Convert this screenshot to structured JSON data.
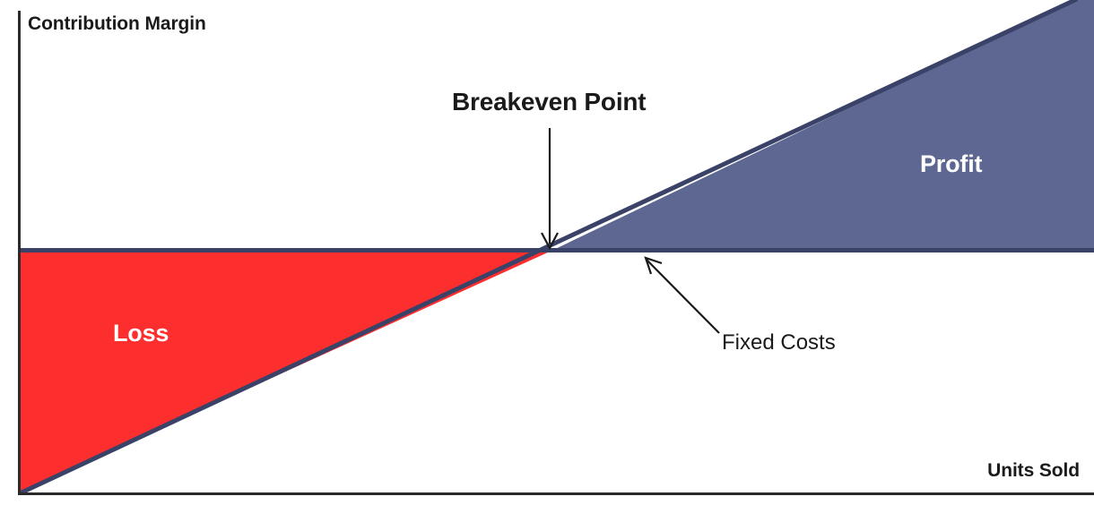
{
  "chart_data": {
    "type": "area",
    "title": "",
    "xlabel": "Units Sold",
    "ylabel": "Contribution Margin",
    "grid": false,
    "legend": "none",
    "description": "Cost-Volume-Profit breakeven diagram: a contribution margin line rises linearly from the lower-left, crosses the horizontal fixed-costs line at the breakeven point, and continues upward. Area below the fixed-costs line and above the margin line is shaded red (Loss); area above the fixed-costs line and below the margin line is shaded slate blue (Profit).",
    "series": [
      {
        "name": "Contribution Margin",
        "type": "line",
        "color": "#3A4268",
        "points": [
          [
            0,
            0
          ],
          [
            100,
            100
          ]
        ]
      },
      {
        "name": "Fixed Costs",
        "type": "line",
        "color": "#3A4268",
        "points": [
          [
            0,
            50
          ],
          [
            100,
            50
          ]
        ]
      }
    ],
    "regions": [
      {
        "name": "Loss",
        "color": "#FC2E2E",
        "label": "Loss"
      },
      {
        "name": "Profit",
        "color": "#5E6692",
        "label": "Profit"
      }
    ],
    "annotations": [
      {
        "name": "Breakeven Point",
        "text": "Breakeven Point",
        "arrow": "down",
        "points_to": "intersection of contribution margin line and fixed costs line"
      },
      {
        "name": "Fixed Costs",
        "text": "Fixed Costs",
        "arrow": "up-left",
        "points_to": "horizontal fixed costs line"
      }
    ]
  },
  "axes": {
    "y_label": "Contribution Margin",
    "x_label": "Units Sold",
    "axis_color": "#2B2B2B"
  },
  "labels": {
    "breakeven": "Breakeven Point",
    "profit": "Profit",
    "loss": "Loss",
    "fixed_costs": "Fixed Costs"
  },
  "colors": {
    "loss_fill": "#FC2E2E",
    "profit_fill": "#5E6692",
    "line": "#3A4268",
    "axis": "#2B2B2B",
    "text_dark": "#1a1a1a",
    "text_light": "#ffffff"
  }
}
